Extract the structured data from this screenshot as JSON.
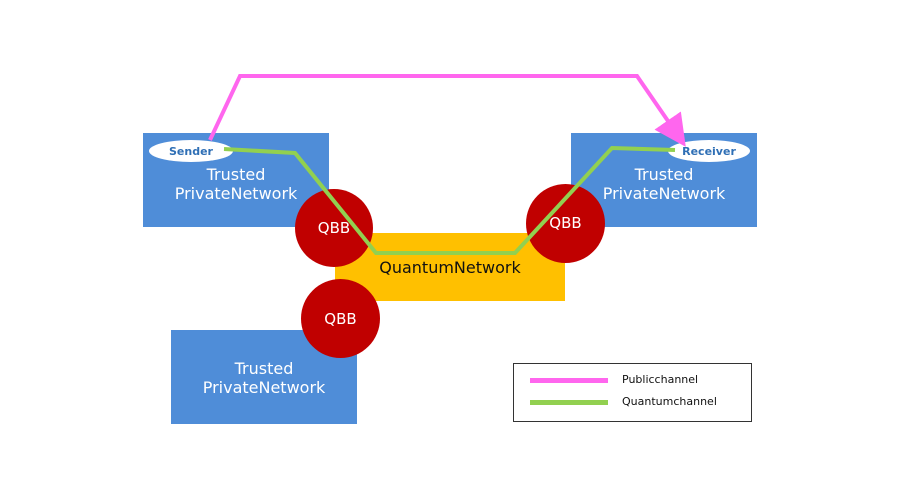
{
  "colors": {
    "private_network": "#4f8dd8",
    "quantum_network": "#ffc000",
    "qbb": "#c00000",
    "endpoint_text": "#2f6fb5",
    "public_channel": "#ff66ee",
    "quantum_channel": "#92d050"
  },
  "networks": [
    {
      "id": "left-top",
      "line1": "Trusted",
      "line2": "PrivateNetwork"
    },
    {
      "id": "right-top",
      "line1": "Trusted",
      "line2": "PrivateNetwork"
    },
    {
      "id": "left-bottom",
      "line1": "Trusted",
      "line2": "PrivateNetwork"
    }
  ],
  "quantum_network": {
    "label": "QuantumNetwork"
  },
  "qbb_nodes": [
    {
      "id": "qbb-left",
      "label": "QBB"
    },
    {
      "id": "qbb-right",
      "label": "QBB"
    },
    {
      "id": "qbb-bottom",
      "label": "QBB"
    }
  ],
  "endpoints": {
    "sender": "Sender",
    "receiver": "Receiver"
  },
  "legend": {
    "public_channel": "Publicchannel",
    "quantum_channel": "Quantumchannel"
  }
}
